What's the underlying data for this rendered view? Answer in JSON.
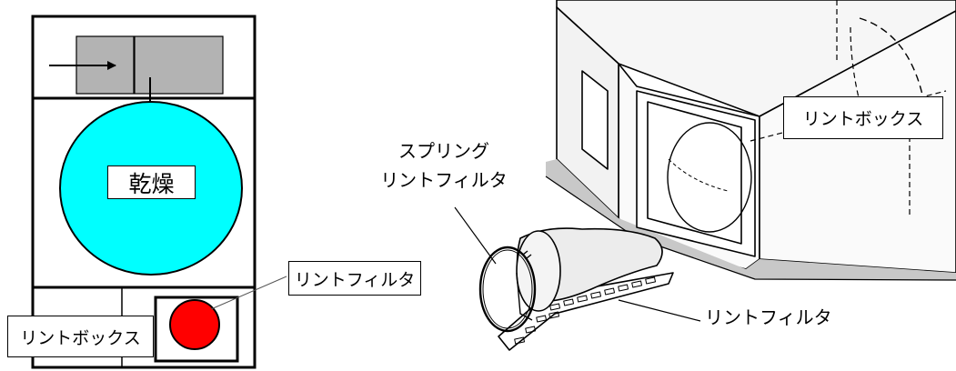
{
  "schematic": {
    "drum_label": "乾燥",
    "filter_label": "リントフィルタ",
    "box_label": "リントボックス",
    "colors": {
      "duct": "#b3b3b3",
      "drum": "#00ffff",
      "filter": "#ff0000",
      "line": "#000000"
    }
  },
  "illustration": {
    "box_label": "リントボックス",
    "spring_label_line1": "スプリング",
    "spring_label_line2": "リントフィルタ",
    "filter_label": "リントフィルタ"
  }
}
